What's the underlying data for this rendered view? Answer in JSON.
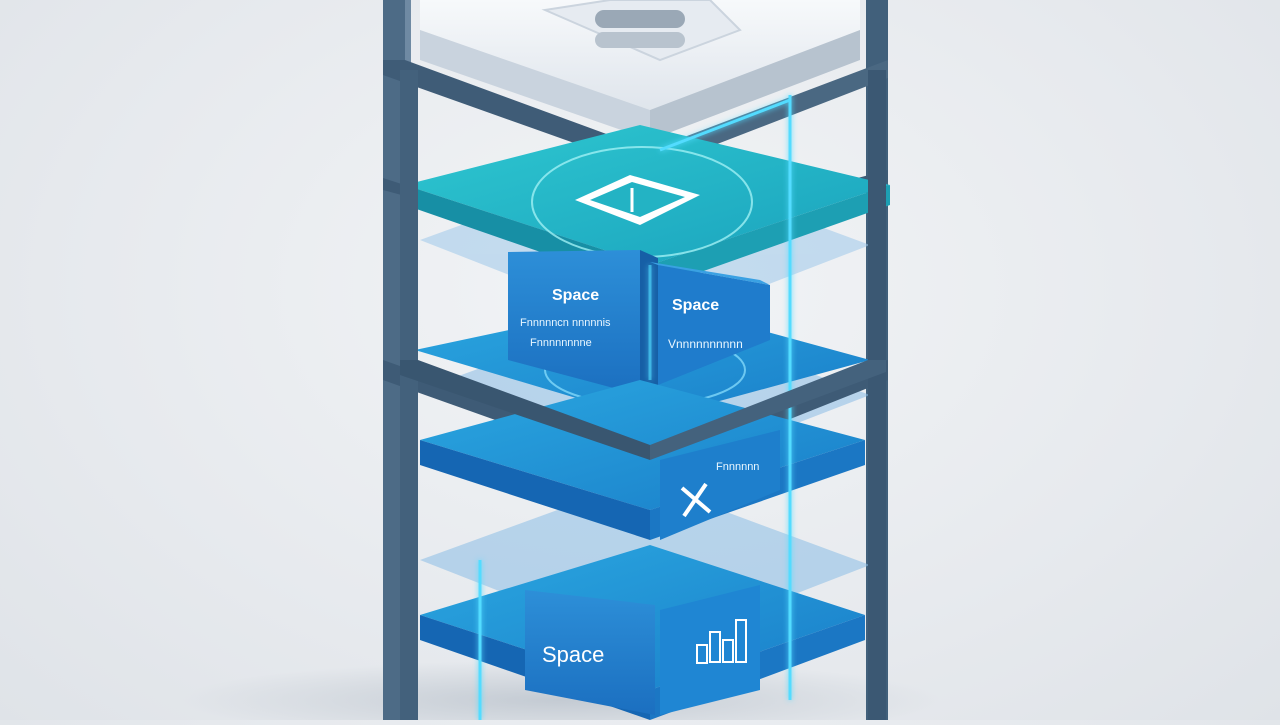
{
  "scene": {
    "subject": "isometric-server-rack-layers",
    "colors": {
      "background": "#e8ebef",
      "frame": "#4a6680",
      "frame_dark": "#35506a",
      "top_tray": "#eef1f5",
      "layer_teal": "#23b3c4",
      "layer_blue": "#1f8fd6",
      "layer_glass": "#8fc4e8",
      "glow": "#4fd8ff"
    },
    "labels": {
      "box1_title": "Space",
      "box1_line2": "Fnnnnncn nnnnnis",
      "box1_line3": "Fnnnnnnnne",
      "box2_title": "Space",
      "box2_line2": "Vnnnnnnnnnn",
      "box3_label": "Fnnnnnn",
      "box4_label": "Space"
    }
  }
}
